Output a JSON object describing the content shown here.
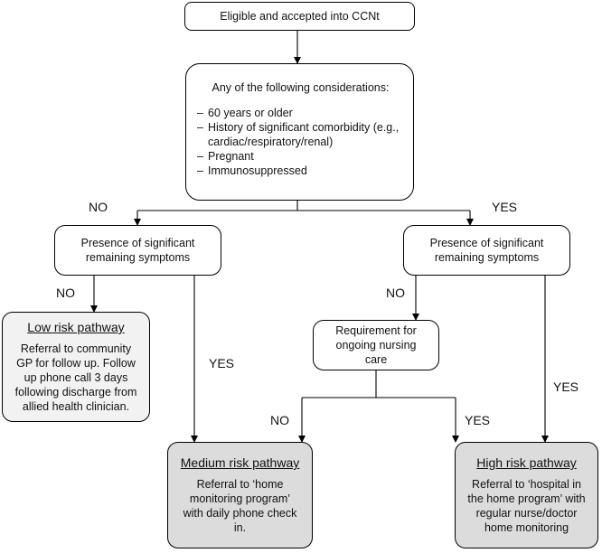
{
  "boxes": {
    "eligible": "Eligible and accepted into CCNt",
    "considerations": {
      "heading": "Any of the following considerations:",
      "items": [
        "60 years or older",
        "History of significant comorbidity (e.g., cardiac/respiratory/renal)",
        "Pregnant",
        "Immunosuppressed"
      ]
    },
    "symptoms_left": "Presence of significant remaining symptoms",
    "symptoms_right": "Presence of significant remaining symptoms",
    "nursing_care": "Requirement for ongoing nursing care",
    "low_risk": {
      "title": "Low risk pathway",
      "body": "Referral to community GP for follow up. Follow up phone call 3 days following discharge from allied health clinician."
    },
    "medium_risk": {
      "title": "Medium risk pathway",
      "body": "Referral to ‘home monitoring program’ with daily phone check in."
    },
    "high_risk": {
      "title": "High risk pathway",
      "body": "Referral to ‘hospital in the home program’ with regular nurse/doctor home monitoring"
    }
  },
  "labels": {
    "no_top": "NO",
    "yes_top": "YES",
    "no_left": "NO",
    "yes_left": "YES",
    "no_right": "NO",
    "yes_right": "YES",
    "no_nursing": "NO",
    "yes_nursing": "YES"
  }
}
